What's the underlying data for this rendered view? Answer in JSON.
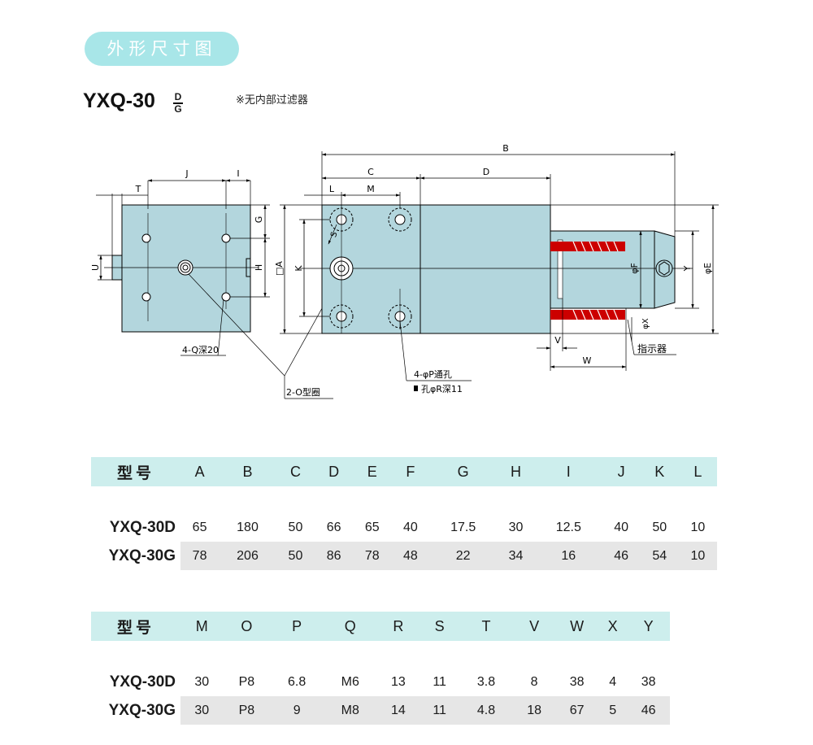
{
  "header": {
    "section_title": "外形尺寸图",
    "model_base": "YXQ-30",
    "model_suffix_top": "D",
    "model_suffix_bottom": "G",
    "note": "※无内部过滤器"
  },
  "drawing": {
    "dimension_letters": {
      "B": "B",
      "C": "C",
      "D": "D",
      "J": "J",
      "I": "I",
      "T": "T",
      "L": "L",
      "M": "M",
      "G": "G",
      "U": "U",
      "H": "H",
      "A": "□A",
      "K": "K",
      "S": "S",
      "F": "φF",
      "Y": "Y",
      "E": "φE",
      "X": "φX",
      "V": "V",
      "W": "W"
    },
    "callouts": {
      "threaded_holes": "4-Q深20",
      "o_ring": "2-O型圈",
      "through_hole": "4-φP通孔",
      "counterbore": "孔φR深11",
      "indicator": "指示器"
    },
    "colors": {
      "body": "#b3d6dd",
      "rod": "#cc0000",
      "line": "#000000"
    }
  },
  "table1": {
    "header_label": "型号",
    "columns": [
      "A",
      "B",
      "C",
      "D",
      "E",
      "F",
      "G",
      "H",
      "I",
      "J",
      "K",
      "L"
    ],
    "rows": [
      {
        "model": "YXQ-30D",
        "values": [
          "65",
          "180",
          "50",
          "66",
          "65",
          "40",
          "17.5",
          "30",
          "12.5",
          "40",
          "50",
          "10"
        ]
      },
      {
        "model": "YXQ-30G",
        "values": [
          "78",
          "206",
          "50",
          "86",
          "78",
          "48",
          "22",
          "34",
          "16",
          "46",
          "54",
          "10"
        ]
      }
    ]
  },
  "table2": {
    "header_label": "型号",
    "columns": [
      "M",
      "O",
      "P",
      "Q",
      "R",
      "S",
      "T",
      "V",
      "W",
      "X",
      "Y"
    ],
    "rows": [
      {
        "model": "YXQ-30D",
        "values": [
          "30",
          "P8",
          "6.8",
          "M6",
          "13",
          "11",
          "3.8",
          "8",
          "38",
          "4",
          "38"
        ]
      },
      {
        "model": "YXQ-30G",
        "values": [
          "30",
          "P8",
          "9",
          "M8",
          "14",
          "11",
          "4.8",
          "18",
          "67",
          "5",
          "46"
        ]
      }
    ]
  }
}
